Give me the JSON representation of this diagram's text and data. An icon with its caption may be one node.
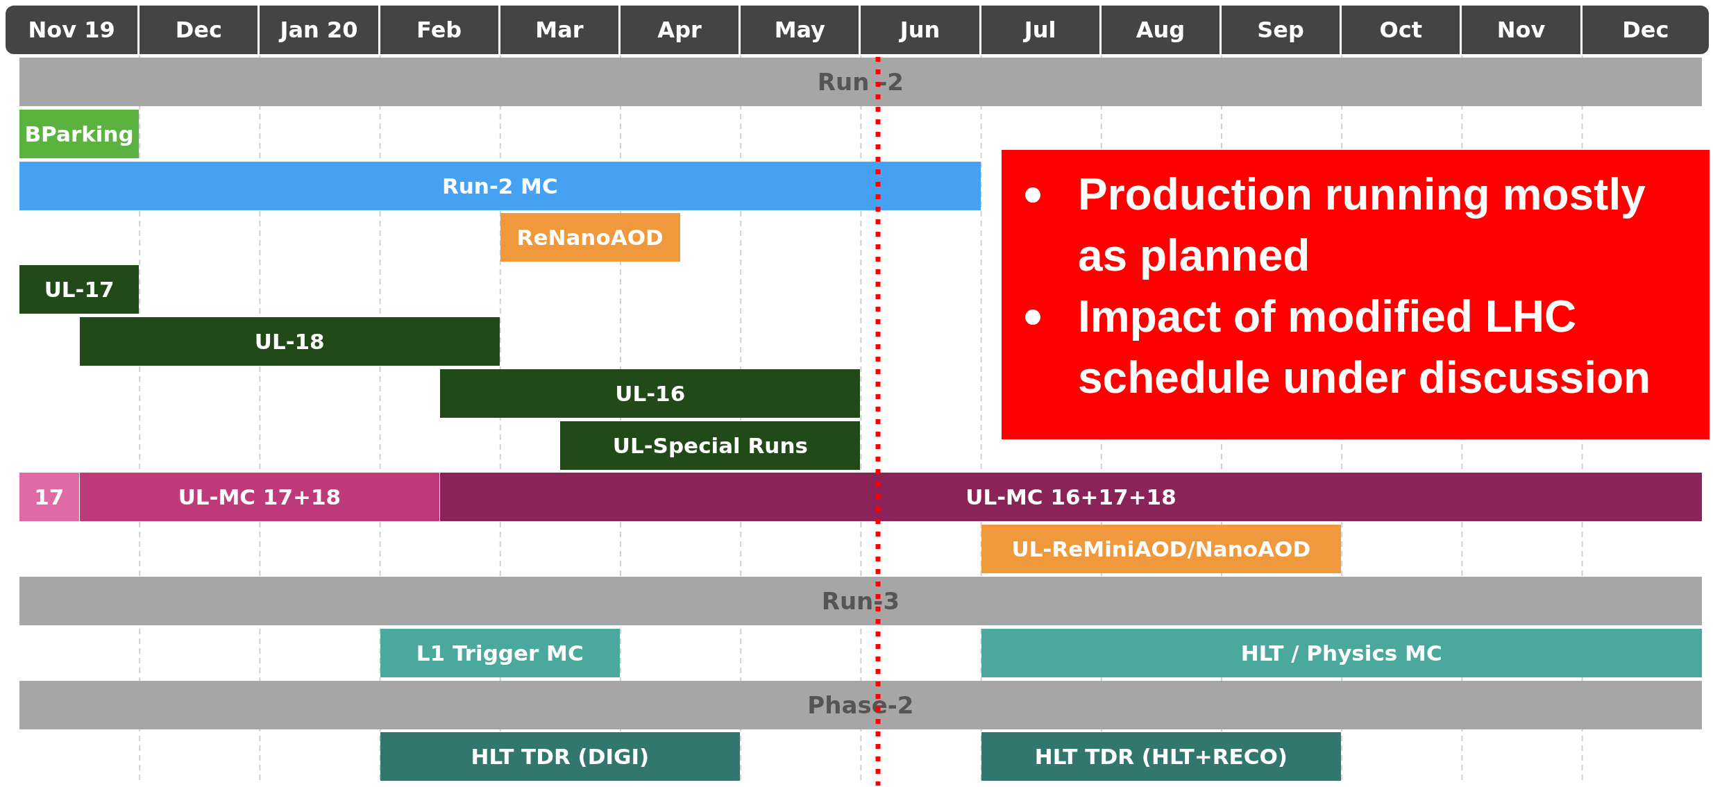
{
  "diagram": {
    "nodes": [
      {
        "text": [
          "Run -2"
        ]
      },
      {
        "text": [
          "BParking"
        ]
      },
      {
        "text": [
          "Run-2 MC"
        ]
      },
      {
        "text": [
          "ReNanoAOD"
        ]
      },
      {
        "text": [
          "UL-17"
        ]
      },
      {
        "text": [
          "UL-18"
        ]
      },
      {
        "text": [
          "UL-16"
        ]
      },
      {
        "text": [
          "UL-Special Runs"
        ]
      },
      {
        "text": [
          "17"
        ]
      },
      {
        "text": [
          "UL-MC 17+18"
        ]
      },
      {
        "text": [
          "UL-MC 16+17+18"
        ]
      },
      {
        "text": [
          "UL-ReMiniAOD/NanoAOD"
        ]
      },
      {
        "text": [
          "Run-3"
        ]
      },
      {
        "text": [
          "L1 Trigger MC"
        ]
      },
      {
        "text": [
          "HLT / Physics MC"
        ]
      },
      {
        "text": [
          "Phase-2"
        ]
      },
      {
        "text": [
          "HLT TDR (DIGI)"
        ]
      },
      {
        "text": [
          "HLT TDR (HLT+RECO)"
        ]
      },
      {
        "text": [
          "Production running mostly as planned",
          "Impact of modified LHC schedule under discussion"
        ]
      }
    ],
    "edges": [],
    "labels": [
      "Nov 19",
      "Dec",
      "Jan 20",
      "Feb",
      "Mar",
      "Apr",
      "May",
      "Jun",
      "Jul",
      "Aug",
      "Sep",
      "Oct",
      "Nov",
      "Dec"
    ]
  }
}
